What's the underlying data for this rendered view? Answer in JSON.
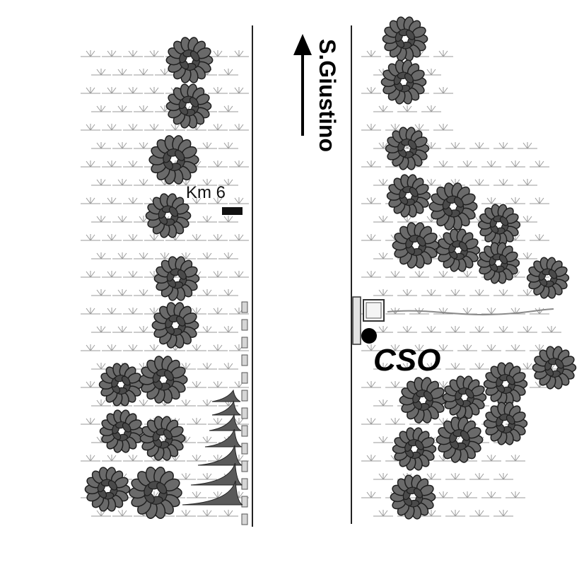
{
  "map": {
    "direction_label": "S.Giustino",
    "km_marker_label": "Km 6",
    "station_label": "CSO"
  },
  "colors": {
    "road_line": "#222222",
    "tree_fill": "#6a6a6a",
    "tree_stroke": "#1e1e1e",
    "grass": "#9a9a9a",
    "stream": "#8a8a8a",
    "marker": "#111111"
  }
}
